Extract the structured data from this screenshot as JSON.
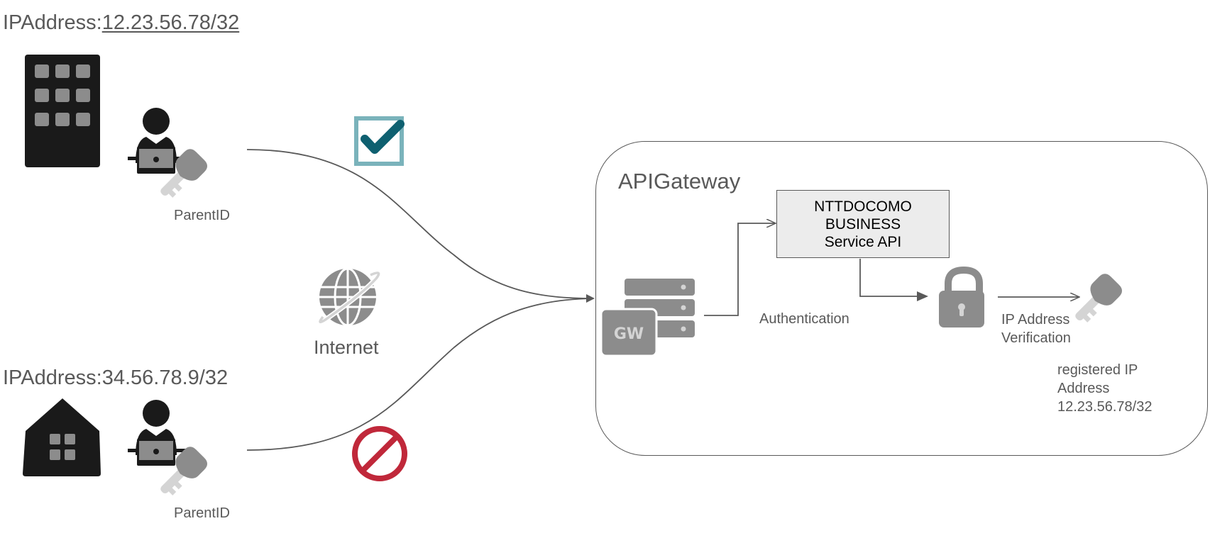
{
  "diagram": {
    "office": {
      "ip_prefix": "IPAddress:",
      "ip_value": "12.23.56.78/32",
      "building_icon": "office-building-icon",
      "user_icon": "user-laptop-icon",
      "key_icon": "key-icon",
      "key_label": "ParentID",
      "status_icon": "checkbox-checked-icon",
      "status": "allowed"
    },
    "home": {
      "ip_prefix": "IPAddress:",
      "ip_value": "34.56.78.9/32",
      "building_icon": "house-icon",
      "user_icon": "user-laptop-icon",
      "key_icon": "key-icon",
      "key_label": "ParentID",
      "status_icon": "prohibited-icon",
      "status": "denied"
    },
    "internet": {
      "icon": "globe-icon",
      "label": "Internet"
    },
    "gateway": {
      "title": "APIGateway",
      "gw_icon": "gateway-server-icon",
      "gw_badge": "GW",
      "service_box_lines": [
        "NTTDOCOMO",
        "BUSINESS",
        "Service API"
      ],
      "auth_label": "Authentication",
      "lock_icon": "padlock-icon",
      "verification_label_lines": [
        "IP Address",
        "Verification"
      ],
      "registered_key_icon": "key-icon",
      "registered_label_lines": [
        "registered IP",
        "Address",
        "12.23.56.78/32"
      ]
    },
    "colors": {
      "line": "#595959",
      "text": "#595959",
      "icon_dark": "#1a1a1a",
      "icon_gray": "#8c8c8c",
      "key_light": "#d4d4d4",
      "check_frame": "#7ab3bb",
      "check_mark": "#0e6070",
      "prohibited": "#c0283a",
      "service_box_fill": "#ececec"
    }
  }
}
